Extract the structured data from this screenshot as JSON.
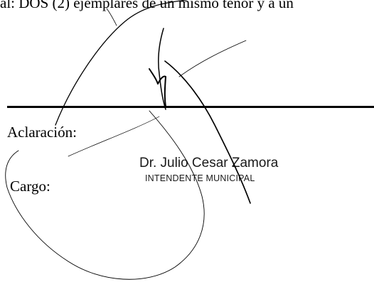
{
  "document": {
    "top_line": "al: DOS (2) ejemplares de un mismo tenor y a un",
    "labels": {
      "aclaracion": "Aclaración:",
      "cargo": "Cargo:"
    },
    "stamp": {
      "name": "Dr. Julio Cesar Zamora",
      "title": "INTENDENTE MUNICIPAL"
    }
  },
  "colors": {
    "ink": "#000000",
    "stamp_ink": "#1a1a1a"
  }
}
